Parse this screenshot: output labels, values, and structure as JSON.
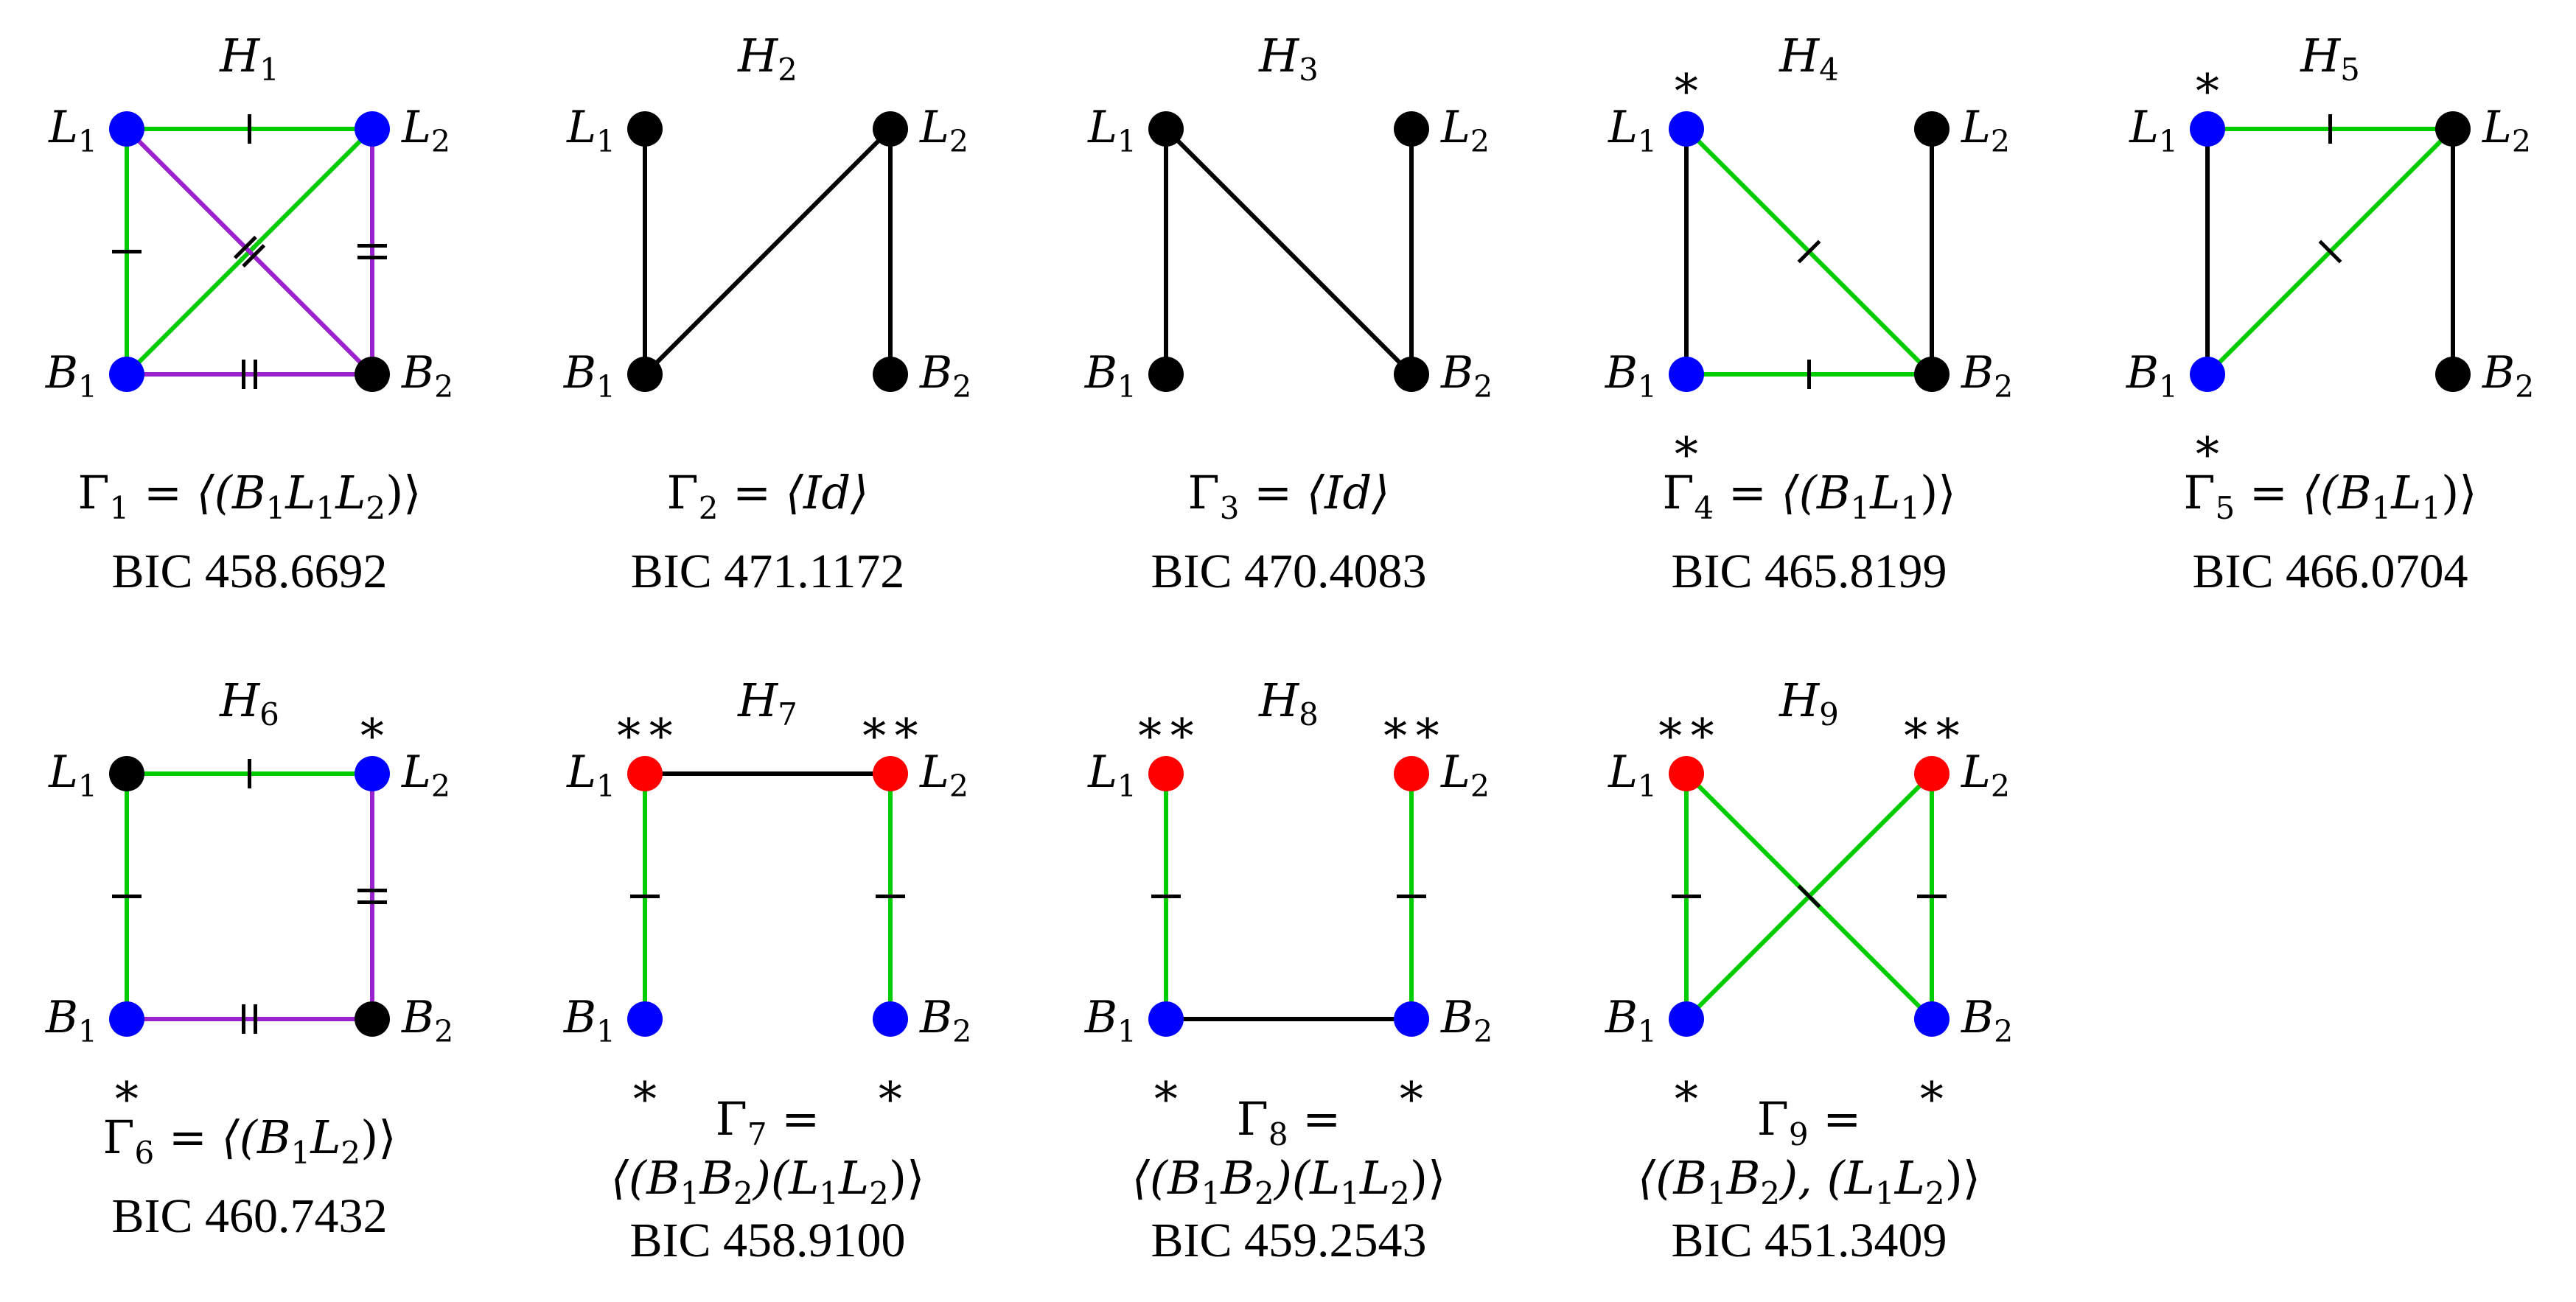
{
  "colors": {
    "blue": "#0000ff",
    "red": "#ff0000",
    "black": "#000000",
    "green": "#00cc00",
    "purple": "#9922cc"
  },
  "panels": [
    {
      "title": "H1",
      "sub": "1",
      "labels": {
        "L1": "L1",
        "L2": "L2",
        "B1": "B1",
        "B2": "B2"
      },
      "nodes": {
        "L1": "blue",
        "L2": "blue",
        "B1": "blue",
        "B2": "black"
      },
      "stars": [],
      "edges": [
        {
          "a": "L1",
          "b": "L2",
          "color": "green",
          "ticks": 1
        },
        {
          "a": "L1",
          "b": "B1",
          "color": "green",
          "ticks": 1
        },
        {
          "a": "B1",
          "b": "L2",
          "color": "green",
          "ticks": 1
        },
        {
          "a": "L1",
          "b": "B2",
          "color": "purple",
          "ticks": 2
        },
        {
          "a": "L2",
          "b": "B2",
          "color": "purple",
          "ticks": 2
        },
        {
          "a": "B1",
          "b": "B2",
          "color": "purple",
          "ticks": 2
        }
      ],
      "gamma_lines": [
        "Γ1 = ⟨(B1L1L2)⟩"
      ],
      "bic": "BIC 458.6692"
    },
    {
      "title": "H2",
      "sub": "2",
      "labels": {
        "L1": "L1",
        "L2": "L2",
        "B1": "B1",
        "B2": "B2"
      },
      "nodes": {
        "L1": "black",
        "L2": "black",
        "B1": "black",
        "B2": "black"
      },
      "stars": [],
      "edges": [
        {
          "a": "L1",
          "b": "B1",
          "color": "black",
          "ticks": 0
        },
        {
          "a": "B1",
          "b": "L2",
          "color": "black",
          "ticks": 0
        },
        {
          "a": "L2",
          "b": "B2",
          "color": "black",
          "ticks": 0
        }
      ],
      "gamma_lines": [
        "Γ2 = ⟨Id⟩"
      ],
      "bic": "BIC 471.1172"
    },
    {
      "title": "H3",
      "sub": "3",
      "labels": {
        "L1": "L1",
        "L2": "L2",
        "B1": "B1",
        "B2": "B2"
      },
      "nodes": {
        "L1": "black",
        "L2": "black",
        "B1": "black",
        "B2": "black"
      },
      "stars": [],
      "edges": [
        {
          "a": "L1",
          "b": "B1",
          "color": "black",
          "ticks": 0
        },
        {
          "a": "L1",
          "b": "B2",
          "color": "black",
          "ticks": 0
        },
        {
          "a": "L2",
          "b": "B2",
          "color": "black",
          "ticks": 0
        }
      ],
      "gamma_lines": [
        "Γ3 = ⟨Id⟩"
      ],
      "bic": "BIC 470.4083"
    },
    {
      "title": "H4",
      "sub": "4",
      "labels": {
        "L1": "L1",
        "L2": "L2",
        "B1": "B1",
        "B2": "B2"
      },
      "nodes": {
        "L1": "blue",
        "L2": "black",
        "B1": "blue",
        "B2": "black"
      },
      "stars": [
        {
          "node": "L1",
          "pos": "above",
          "text": "*"
        },
        {
          "node": "B1",
          "pos": "below",
          "text": "*"
        }
      ],
      "edges": [
        {
          "a": "L1",
          "b": "B1",
          "color": "black",
          "ticks": 0
        },
        {
          "a": "L1",
          "b": "B2",
          "color": "green",
          "ticks": 1
        },
        {
          "a": "B1",
          "b": "B2",
          "color": "green",
          "ticks": 1
        },
        {
          "a": "L2",
          "b": "B2",
          "color": "black",
          "ticks": 0
        }
      ],
      "gamma_lines": [
        "Γ4 = ⟨(B1L1)⟩"
      ],
      "bic": "BIC 465.8199"
    },
    {
      "title": "H5",
      "sub": "5",
      "labels": {
        "L1": "L1",
        "L2": "L2",
        "B1": "B1",
        "B2": "B2"
      },
      "nodes": {
        "L1": "blue",
        "L2": "black",
        "B1": "blue",
        "B2": "black"
      },
      "stars": [
        {
          "node": "L1",
          "pos": "above",
          "text": "*"
        },
        {
          "node": "B1",
          "pos": "below",
          "text": "*"
        }
      ],
      "edges": [
        {
          "a": "L1",
          "b": "L2",
          "color": "green",
          "ticks": 1
        },
        {
          "a": "B1",
          "b": "L2",
          "color": "green",
          "ticks": 1
        },
        {
          "a": "L1",
          "b": "B1",
          "color": "black",
          "ticks": 0
        },
        {
          "a": "L2",
          "b": "B2",
          "color": "black",
          "ticks": 0
        }
      ],
      "gamma_lines": [
        "Γ5 = ⟨(B1L1)⟩"
      ],
      "bic": "BIC 466.0704"
    },
    {
      "title": "H6",
      "sub": "6",
      "labels": {
        "L1": "L1",
        "L2": "L2",
        "B1": "B1",
        "B2": "B2"
      },
      "nodes": {
        "L1": "black",
        "L2": "blue",
        "B1": "blue",
        "B2": "black"
      },
      "stars": [
        {
          "node": "L2",
          "pos": "above",
          "text": "*"
        },
        {
          "node": "B1",
          "pos": "below",
          "text": "*"
        }
      ],
      "edges": [
        {
          "a": "L1",
          "b": "L2",
          "color": "green",
          "ticks": 1
        },
        {
          "a": "L1",
          "b": "B1",
          "color": "green",
          "ticks": 1
        },
        {
          "a": "L2",
          "b": "B2",
          "color": "purple",
          "ticks": 2
        },
        {
          "a": "B1",
          "b": "B2",
          "color": "purple",
          "ticks": 2
        }
      ],
      "gamma_lines": [
        "Γ6 = ⟨(B1L2)⟩"
      ],
      "bic": "BIC 460.7432"
    },
    {
      "title": "H7",
      "sub": "7",
      "labels": {
        "L1": "L1",
        "L2": "L2",
        "B1": "B1",
        "B2": "B2"
      },
      "nodes": {
        "L1": "red",
        "L2": "red",
        "B1": "blue",
        "B2": "blue"
      },
      "stars": [
        {
          "node": "L1",
          "pos": "above",
          "text": "**"
        },
        {
          "node": "L2",
          "pos": "above",
          "text": "**"
        },
        {
          "node": "B1",
          "pos": "below",
          "text": "*"
        },
        {
          "node": "B2",
          "pos": "below",
          "text": "*"
        }
      ],
      "edges": [
        {
          "a": "L1",
          "b": "L2",
          "color": "black",
          "ticks": 0
        },
        {
          "a": "L1",
          "b": "B1",
          "color": "green",
          "ticks": 1
        },
        {
          "a": "L2",
          "b": "B2",
          "color": "green",
          "ticks": 1
        }
      ],
      "gamma_lines": [
        "Γ7 =",
        "⟨(B1B2)(L1L2)⟩"
      ],
      "bic": "BIC 458.9100"
    },
    {
      "title": "H8",
      "sub": "8",
      "labels": {
        "L1": "L1",
        "L2": "L2",
        "B1": "B1",
        "B2": "B2"
      },
      "nodes": {
        "L1": "red",
        "L2": "red",
        "B1": "blue",
        "B2": "blue"
      },
      "stars": [
        {
          "node": "L1",
          "pos": "above",
          "text": "**"
        },
        {
          "node": "L2",
          "pos": "above",
          "text": "**"
        },
        {
          "node": "B1",
          "pos": "below",
          "text": "*"
        },
        {
          "node": "B2",
          "pos": "below",
          "text": "*"
        }
      ],
      "edges": [
        {
          "a": "L1",
          "b": "B1",
          "color": "green",
          "ticks": 1
        },
        {
          "a": "L2",
          "b": "B2",
          "color": "green",
          "ticks": 1
        },
        {
          "a": "B1",
          "b": "B2",
          "color": "black",
          "ticks": 0
        }
      ],
      "gamma_lines": [
        "Γ8 =",
        "⟨(B1B2)(L1L2)⟩"
      ],
      "bic": "BIC 459.2543"
    },
    {
      "title": "H9",
      "sub": "9",
      "labels": {
        "L1": "L1",
        "L2": "L2",
        "B1": "B1",
        "B2": "B2"
      },
      "nodes": {
        "L1": "red",
        "L2": "red",
        "B1": "blue",
        "B2": "blue"
      },
      "stars": [
        {
          "node": "L1",
          "pos": "above",
          "text": "**"
        },
        {
          "node": "L2",
          "pos": "above",
          "text": "**"
        },
        {
          "node": "B1",
          "pos": "below",
          "text": "*"
        },
        {
          "node": "B2",
          "pos": "below",
          "text": "*"
        }
      ],
      "edges": [
        {
          "a": "L1",
          "b": "B1",
          "color": "green",
          "ticks": 1
        },
        {
          "a": "L2",
          "b": "B2",
          "color": "green",
          "ticks": 1
        },
        {
          "a": "L1",
          "b": "B2",
          "color": "green",
          "ticks": 1
        },
        {
          "a": "L2",
          "b": "B1",
          "color": "green",
          "ticks": 1
        }
      ],
      "gamma_lines": [
        "Γ9 =",
        "⟨(B1B2), (L1L2)⟩"
      ],
      "bic": "BIC 451.3409"
    }
  ]
}
